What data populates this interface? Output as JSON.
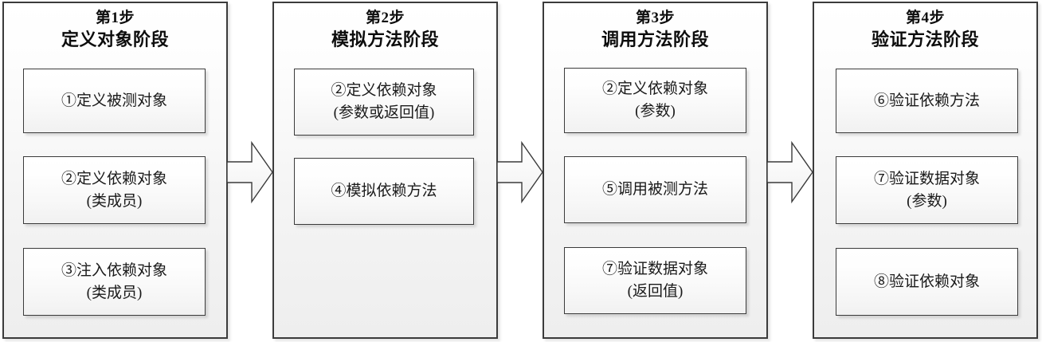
{
  "diagram": {
    "title_prefix": "第",
    "columns": [
      {
        "step_label": "第1步",
        "phase_name": "定义对象阶段",
        "boxes": [
          {
            "main": "①定义被测对象",
            "sub": ""
          },
          {
            "main": "②定义依赖对象",
            "sub": "(类成员)"
          },
          {
            "main": "③注入依赖对象",
            "sub": "(类成员)"
          }
        ]
      },
      {
        "step_label": "第2步",
        "phase_name": "模拟方法阶段",
        "boxes": [
          {
            "main": "②定义依赖对象",
            "sub": "(参数或返回值)"
          },
          {
            "main": "④模拟依赖方法",
            "sub": ""
          }
        ]
      },
      {
        "step_label": "第3步",
        "phase_name": "调用方法阶段",
        "boxes": [
          {
            "main": "②定义依赖对象",
            "sub": "(参数)"
          },
          {
            "main": "⑤调用被测方法",
            "sub": ""
          },
          {
            "main": "⑦验证数据对象",
            "sub": "(返回值)"
          }
        ]
      },
      {
        "step_label": "第4步",
        "phase_name": "验证方法阶段",
        "boxes": [
          {
            "main": "⑥验证依赖方法",
            "sub": ""
          },
          {
            "main": "⑦验证数据对象",
            "sub": "(参数)"
          },
          {
            "main": "⑧验证依赖对象",
            "sub": ""
          }
        ]
      }
    ],
    "arrows": [
      {
        "from": "第1步",
        "to": "第2步"
      },
      {
        "from": "第2步",
        "to": "第3步"
      },
      {
        "from": "第3步",
        "to": "第4步"
      }
    ],
    "colors": {
      "panel_border": "#3b3b3b",
      "box_border": "#3b3b3b",
      "text": "#1a1a1a",
      "background": "#ffffff",
      "panel_fill_top": "#ffffff",
      "panel_fill_bottom": "#eeeeee"
    }
  }
}
